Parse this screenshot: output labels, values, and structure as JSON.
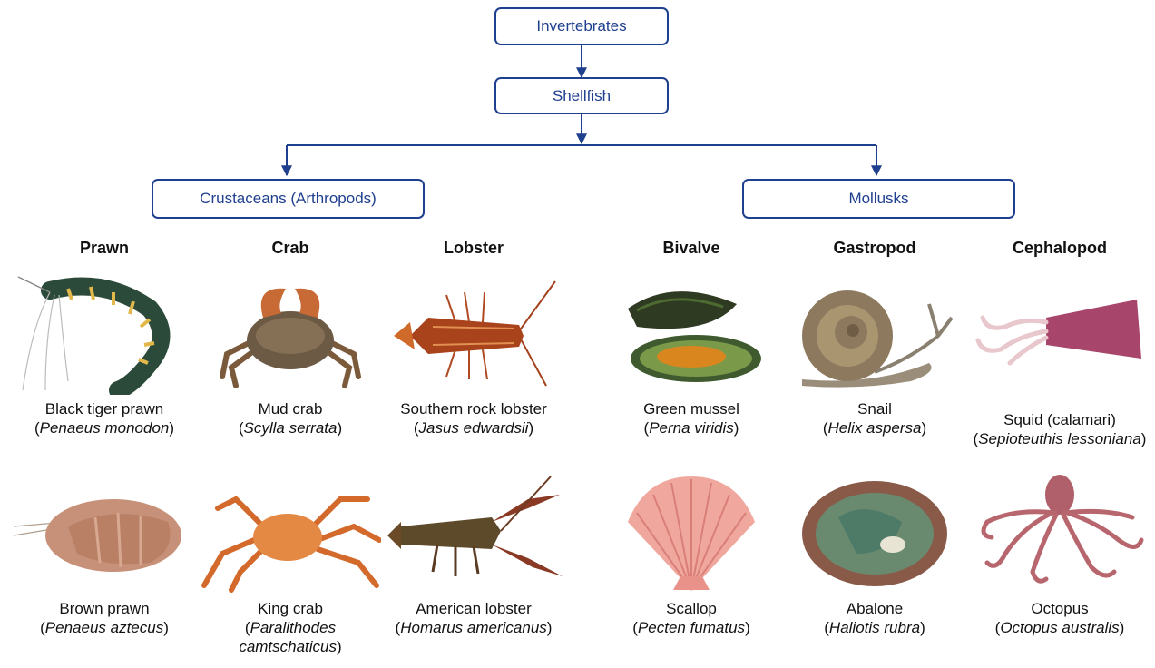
{
  "tree": {
    "root": "Invertebrates",
    "level2": "Shellfish",
    "branches": [
      "Crustaceans (Arthropods)",
      "Mollusks"
    ]
  },
  "categories": [
    "Prawn",
    "Crab",
    "Lobster",
    "Bivalve",
    "Gastropod",
    "Cephalopod"
  ],
  "species": [
    {
      "common": "Black tiger prawn",
      "scientific": "Penaeus monodon",
      "icon": "black-tiger-prawn-photo"
    },
    {
      "common": "Mud crab",
      "scientific": "Scylla serrata",
      "icon": "mud-crab-photo"
    },
    {
      "common": "Southern rock lobster",
      "scientific": "Jasus edwardsii",
      "icon": "southern-rock-lobster-photo"
    },
    {
      "common": "Green mussel",
      "scientific": "Perna viridis",
      "icon": "green-mussel-photo"
    },
    {
      "common": "Snail",
      "scientific": "Helix aspersa",
      "icon": "snail-photo"
    },
    {
      "common": "Squid (calamari)",
      "scientific": "Sepioteuthis lessoniana",
      "icon": "squid-photo"
    },
    {
      "common": "Brown prawn",
      "scientific": "Penaeus aztecus",
      "icon": "brown-prawn-photo"
    },
    {
      "common": "King crab",
      "scientific": "Paralithodes camtschaticus",
      "icon": "king-crab-photo"
    },
    {
      "common": "American lobster",
      "scientific": "Homarus americanus",
      "icon": "american-lobster-photo"
    },
    {
      "common": "Scallop",
      "scientific": "Pecten fumatus",
      "icon": "scallop-photo"
    },
    {
      "common": "Abalone",
      "scientific": "Haliotis rubra",
      "icon": "abalone-photo"
    },
    {
      "common": "Octopus",
      "scientific": "Octopus australis",
      "icon": "octopus-photo"
    }
  ],
  "colors": {
    "accent": "#1f3f8f",
    "text": "#111111"
  }
}
